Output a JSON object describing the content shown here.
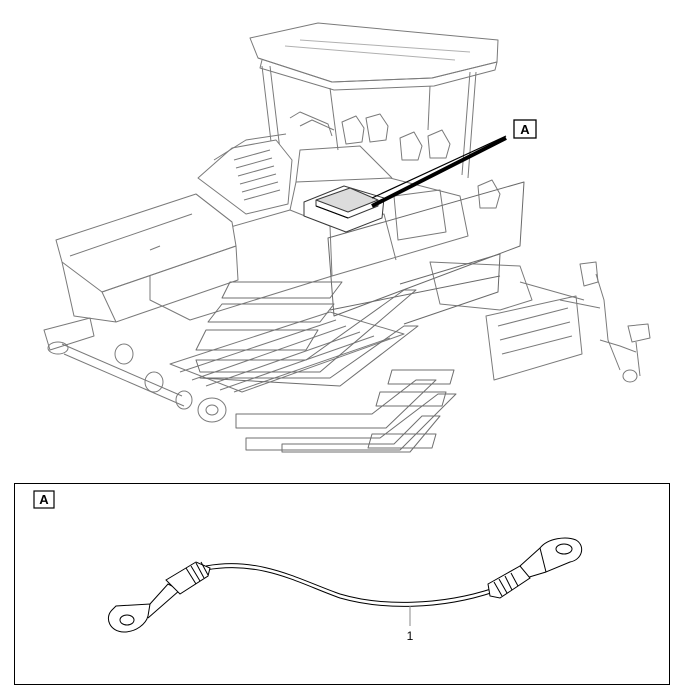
{
  "callout": {
    "label": "A"
  },
  "detail_panel": {
    "label": "A"
  },
  "cable": {
    "part_number": "1"
  },
  "colors": {
    "line": "#000000",
    "line_light": "#8a8a8a",
    "background": "#ffffff"
  }
}
